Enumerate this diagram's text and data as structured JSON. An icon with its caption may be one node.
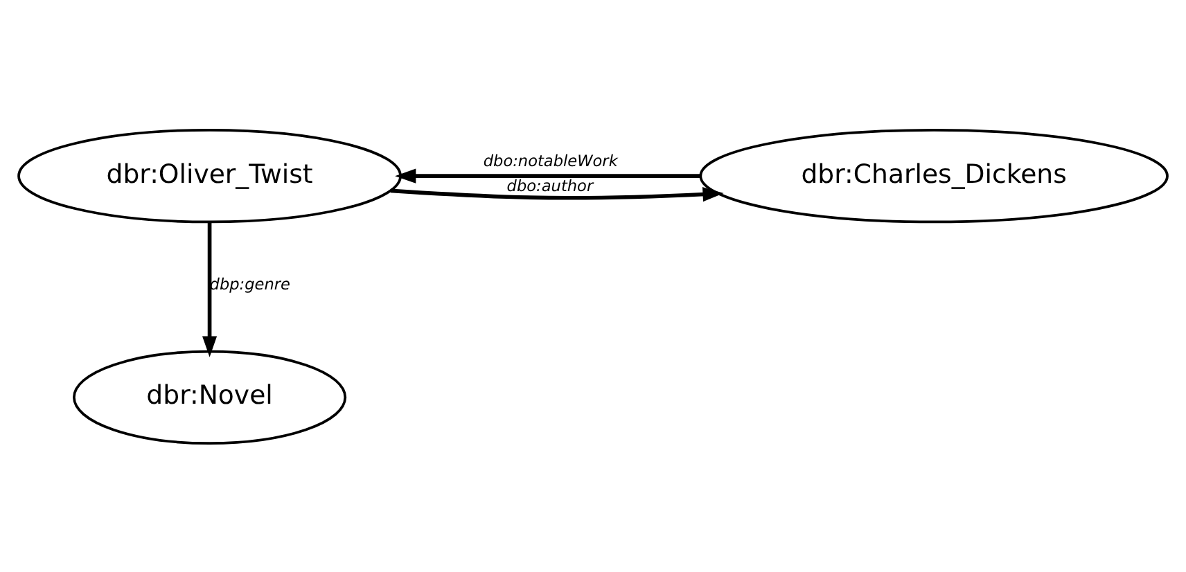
{
  "diagram": {
    "nodes": [
      {
        "text": [
          "dbr:Oliver_Twist"
        ]
      },
      {
        "text": [
          "dbr:Charles_Dickens"
        ]
      },
      {
        "text": [
          "dbr:Novel"
        ]
      }
    ],
    "edges": [
      {
        "from": 1,
        "to": 0,
        "arrow": "to",
        "label": "dbo:notableWork"
      },
      {
        "from": 0,
        "to": 1,
        "arrow": "to",
        "label": "dbo:author"
      },
      {
        "from": 0,
        "to": 2,
        "arrow": "to",
        "label": "dbp:genre"
      }
    ]
  }
}
